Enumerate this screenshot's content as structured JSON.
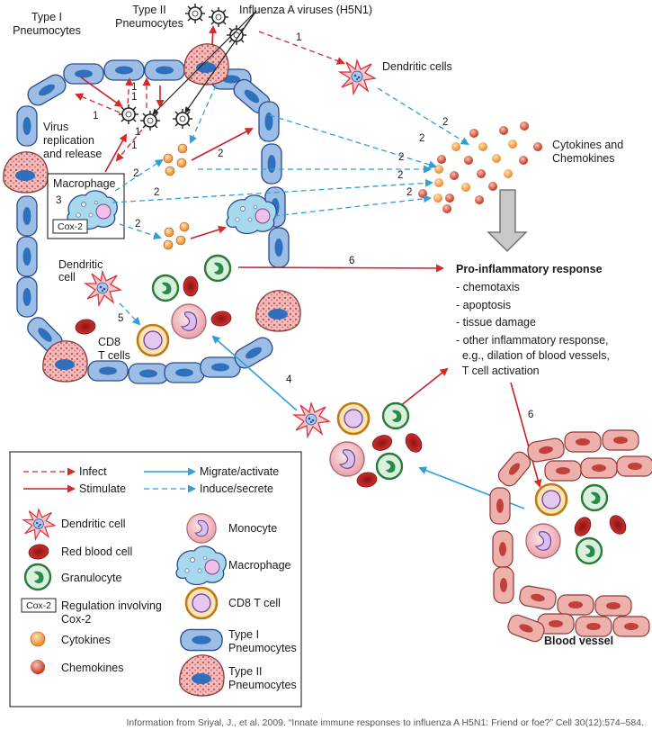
{
  "labels": {
    "type1": [
      "Type I",
      "Pneumocytes"
    ],
    "type2": [
      "Type II",
      "Pneumocytes"
    ],
    "viruses": "Influenza A viruses (H5N1)",
    "dendritic_top": "Dendritic cells",
    "virus_replication": [
      "Virus",
      "replication",
      "and release"
    ],
    "macrophage": "Macrophage",
    "cox2": "Cox-2",
    "dendritic_in": [
      "Dendritic",
      "cell"
    ],
    "cd8": [
      "CD8",
      "T cells"
    ],
    "cytokines": [
      "Cytokines and",
      "Chemokines"
    ],
    "blood_vessel": "Blood vessel"
  },
  "numbers": {
    "one": "1",
    "two": "2",
    "three": "3",
    "four": "4",
    "five": "5",
    "six": "6"
  },
  "response": {
    "title": "Pro-inflammatory response",
    "items": [
      "- chemotaxis",
      "- apoptosis",
      "- tissue damage",
      "- other inflammatory response,",
      "  e.g., dilation of blood vessels,",
      "  T cell activation"
    ]
  },
  "legend": {
    "infect": "Infect",
    "stimulate": "Stimulate",
    "migrate": "Migrate/activate",
    "induce": "Induce/secrete",
    "dendritic": "Dendritic cell",
    "rbc": "Red blood cell",
    "granulocyte": "Granulocyte",
    "cox2_box": "Cox-2",
    "cox2_text": [
      "Regulation involving",
      "Cox-2"
    ],
    "cytokines": "Cytokines",
    "chemokines": "Chemokines",
    "monocyte": "Monocyte",
    "macrophage": "Macrophage",
    "cd8": "CD8 T cell",
    "type1": [
      "Type I",
      "Pneumocytes"
    ],
    "type2": [
      "Type II",
      "Pneumocytes"
    ]
  },
  "credit": "Information from Sriyal, J., et al. 2009. “Innate immune responses to influenza A H5N1: Friend or foe?” Cell 30(12):574–584.",
  "colors": {
    "infect": "#e03030",
    "stimulate": "#c8202a",
    "migrate": "#2e9fd8",
    "type1_fill": "#8fb3de",
    "type1_nucleus": "#2e6fb8",
    "type2_fill": "#f0b8b8",
    "rbc": "#c8302e",
    "granulocyte": "#2a8a4a",
    "cd8": "#e0a020",
    "cytokine": "#f08a30",
    "chemokine": "#c83a28",
    "vessel": "#e8a09a"
  }
}
